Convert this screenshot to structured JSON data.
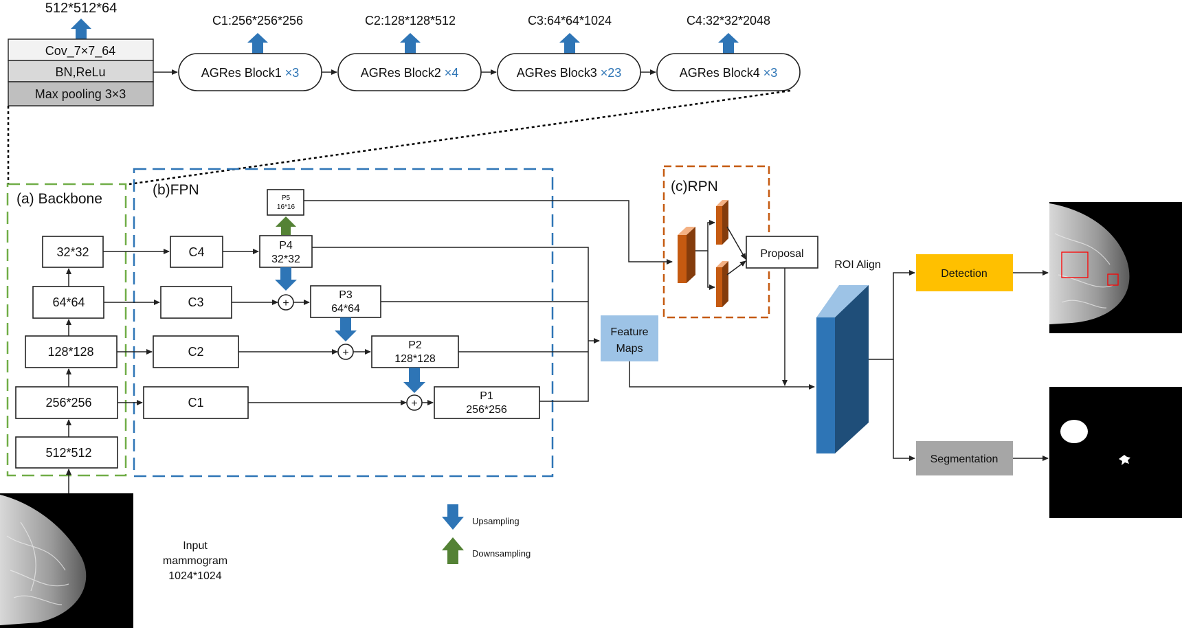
{
  "stem": {
    "output": "512*512*64",
    "layers": [
      "Cov_7×7_64",
      "BN,ReLu",
      "Max pooling 3×3"
    ]
  },
  "blocks": [
    {
      "label": "AGRes Block1",
      "mult": "×3",
      "output": "C1:256*256*256"
    },
    {
      "label": "AGRes Block2",
      "mult": "×4",
      "output": "C2:128*128*512"
    },
    {
      "label": "AGRes Block3",
      "mult": "×23",
      "output": "C3:64*64*1024"
    },
    {
      "label": "AGRes Block4",
      "mult": "×3",
      "output": "C4:32*32*2048"
    }
  ],
  "backbone": {
    "title": "(a) Backbone",
    "stages": [
      "32*32",
      "64*64",
      "128*128",
      "256*256",
      "512*512"
    ]
  },
  "fpn": {
    "title": "(b)FPN",
    "laterals": [
      "C4",
      "C3",
      "C2",
      "C1"
    ],
    "p5": {
      "name": "P5",
      "size": "16*16"
    },
    "p4": {
      "name": "P4",
      "size": "32*32"
    },
    "p3": {
      "name": "P3",
      "size": "64*64"
    },
    "p2": {
      "name": "P2",
      "size": "128*128"
    },
    "p1": {
      "name": "P1",
      "size": "256*256"
    },
    "plus": "+"
  },
  "feature_maps": {
    "line1": "Feature",
    "line2": "Maps"
  },
  "rpn": {
    "title": "(c)RPN",
    "proposal": "Proposal"
  },
  "roi_align": "ROI Align",
  "detection": "Detection",
  "segmentation": "Segmentation",
  "input": {
    "line1": "Input",
    "line2": "mammogram",
    "line3": "1024*1024"
  },
  "legend": {
    "up": "Upsampling",
    "down": "Downsampling"
  },
  "colors": {
    "backbone_border": "#70ad47",
    "fpn_border": "#2e75b6",
    "rpn_border": "#c55a11",
    "blue_arrow": "#2e75b6",
    "green_arrow": "#548235",
    "feature_maps_fill": "#9dc3e6",
    "detection_fill": "#ffc000",
    "segmentation_fill": "#a6a6a6",
    "roi_front": "#2e75b6",
    "roi_side": "#1f4e79",
    "rpn_cuboid": "#c55a11"
  }
}
